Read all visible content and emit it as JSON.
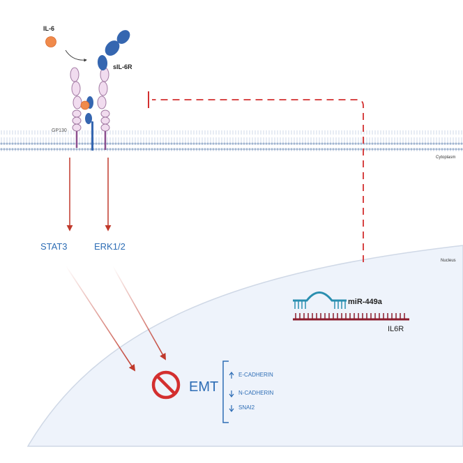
{
  "labels": {
    "il6": "IL-6",
    "sil6r": "sIL-6R",
    "gp130": "GP130",
    "cytoplasm": "Cytoplasm",
    "nucleus": "Nucleus",
    "stat3": "STAT3",
    "erk": "ERK1/2",
    "mirna": "miR-449a",
    "il6r": "IL6R",
    "emt": "EMT"
  },
  "emt_markers": [
    {
      "name": "E-CADHERIN",
      "direction": "up"
    },
    {
      "name": "N-CADHERIN",
      "direction": "down"
    },
    {
      "name": "SNAI2",
      "direction": "down"
    }
  ],
  "colors": {
    "blue_text": "#2d6db5",
    "arrow_red": "#c0392b",
    "inhibit_red": "#d32f2f",
    "receptor_blue": "#3566b0",
    "gp130_fill": "#f1dcef",
    "gp130_stroke": "#a27aa3",
    "il6_orange": "#f08a4b",
    "membrane": "#b9c9e0",
    "nucleus_fill": "#eef3fb",
    "mirna_teal": "#2a8fb0",
    "mrna_red": "#8b1c2c"
  }
}
